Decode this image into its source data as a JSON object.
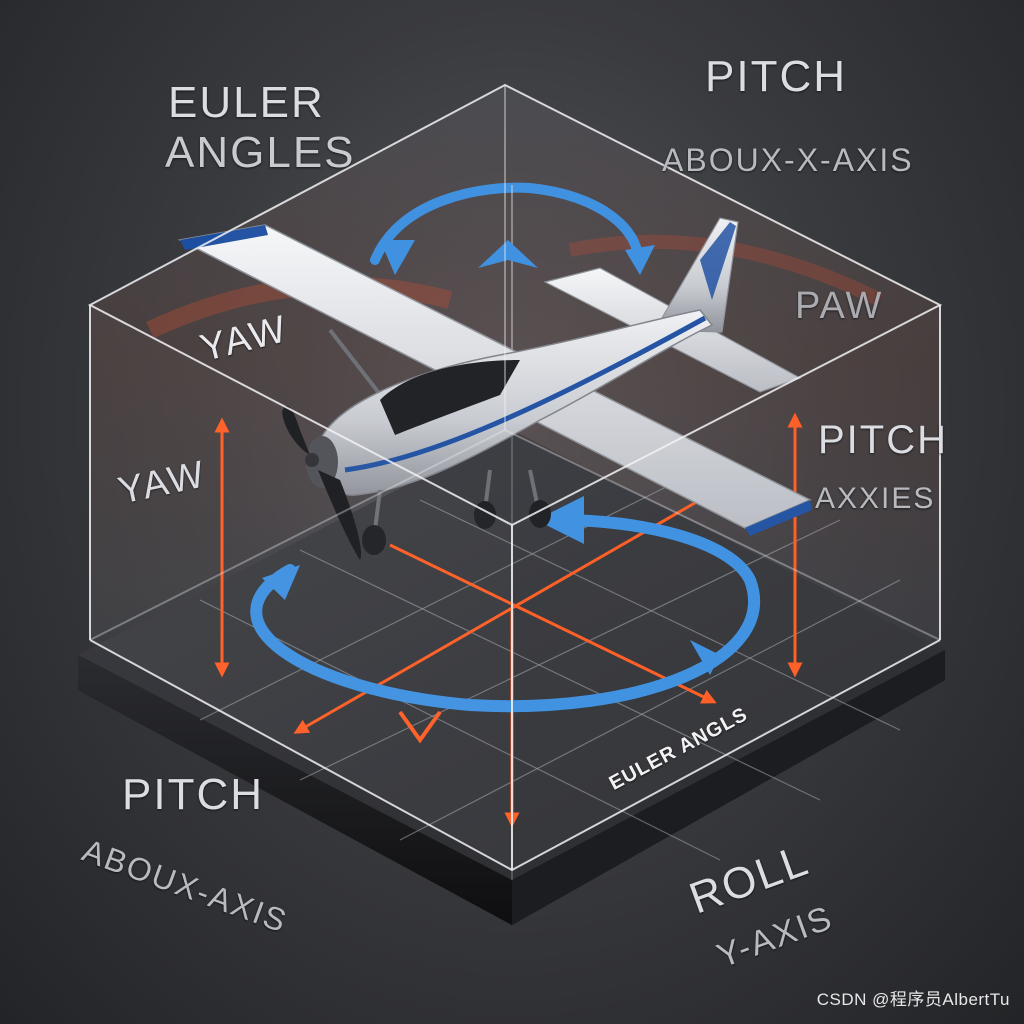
{
  "labels": {
    "top_left_line1": "EULER",
    "top_left_line2": "ANGLES",
    "top_right_line1": "PITCH",
    "top_right_line2": "ABOUX-X-AXIS",
    "right_back": "PAW",
    "yaw_inner": "YAW",
    "yaw_left": "YAW",
    "pitch_right_line1": "PITCH",
    "pitch_right_line2": "AXXIES",
    "base_plate": "EULER ANGLS",
    "bottom_left_line1": "PITCH",
    "bottom_left_line2": "ABOUX-AXIS",
    "bottom_right_line1": "ROLL",
    "bottom_right_line2": "Y-AXIS"
  },
  "watermark": "CSDN @程序员AlbertTu",
  "colors": {
    "yaw_arrow": "#3a8fe0",
    "axis_arrow": "#ff5a1f",
    "plane_body": "#e6e8ec",
    "plane_stripe": "#1d4fa0",
    "glass_edge": "#f2f2f5",
    "base": "#141416"
  },
  "icons": [
    "airplane-icon",
    "propeller-icon",
    "rotation-arrow-icon",
    "axis-arrow-icon"
  ]
}
